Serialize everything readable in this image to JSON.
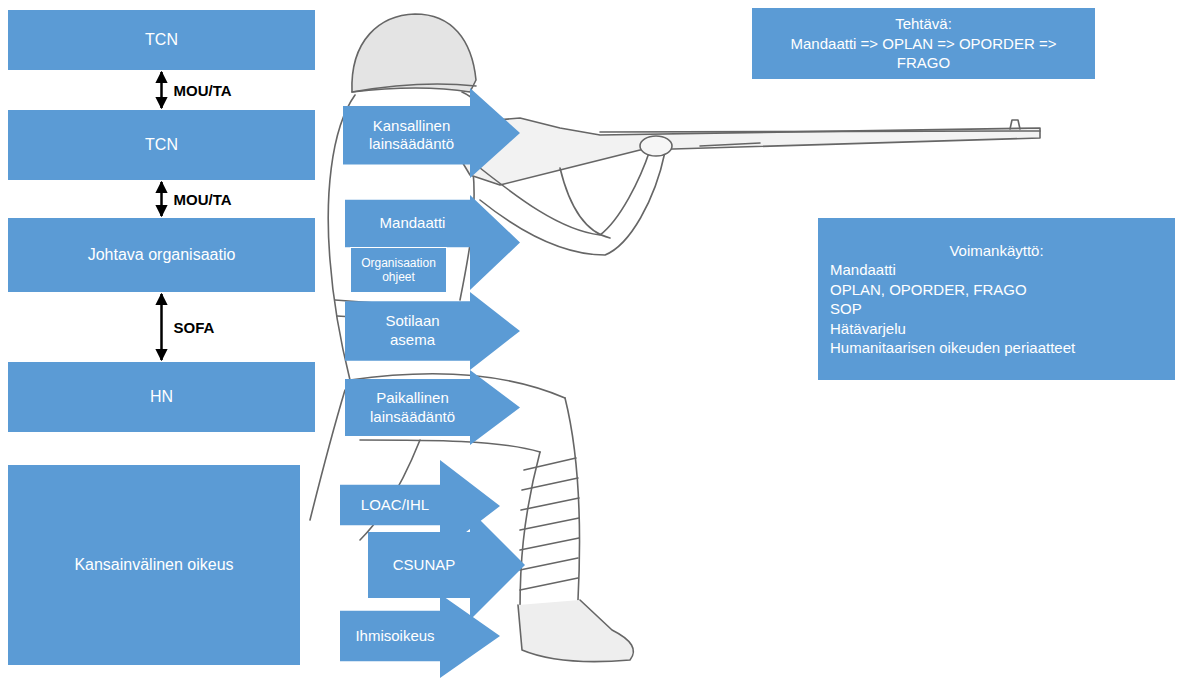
{
  "diagram": {
    "nodes": [
      {
        "text": [
          "TCN"
        ]
      },
      {
        "text": [
          "TCN"
        ]
      },
      {
        "text": [
          "Johtava organisaatio"
        ]
      },
      {
        "text": [
          "HN"
        ]
      },
      {
        "text": [
          "Kansainvälinen oikeus"
        ]
      },
      {
        "text": [
          "Kansallinen lainsäädäntö"
        ]
      },
      {
        "text": [
          "Mandaatti"
        ]
      },
      {
        "text": [
          "Organisaation ohjeet"
        ]
      },
      {
        "text": [
          "Sotilaan asema"
        ]
      },
      {
        "text": [
          "Paikallinen lainsäädäntö"
        ]
      },
      {
        "text": [
          "LOAC/IHL"
        ]
      },
      {
        "text": [
          "CSUNAP"
        ]
      },
      {
        "text": [
          "Ihmisoikeus"
        ]
      },
      {
        "text": [
          "Tehtävä:",
          "Mandaatti => OPLAN => OPORDER => FRAGO"
        ]
      },
      {
        "text": [
          "Voimankäyttö:",
          "Mandaatti",
          "OPLAN, OPORDER, FRAGO",
          "SOP",
          "Hätävarjelu",
          "Humanitaarisen oikeuden periaatteet"
        ]
      }
    ],
    "edges": [
      {
        "from": 0,
        "to": 1,
        "label": "MOU/TA",
        "arrow": "both"
      },
      {
        "from": 1,
        "to": 2,
        "label": "MOU/TA",
        "arrow": "both"
      },
      {
        "from": 2,
        "to": 3,
        "label": "SOFA",
        "arrow": "both"
      }
    ]
  }
}
